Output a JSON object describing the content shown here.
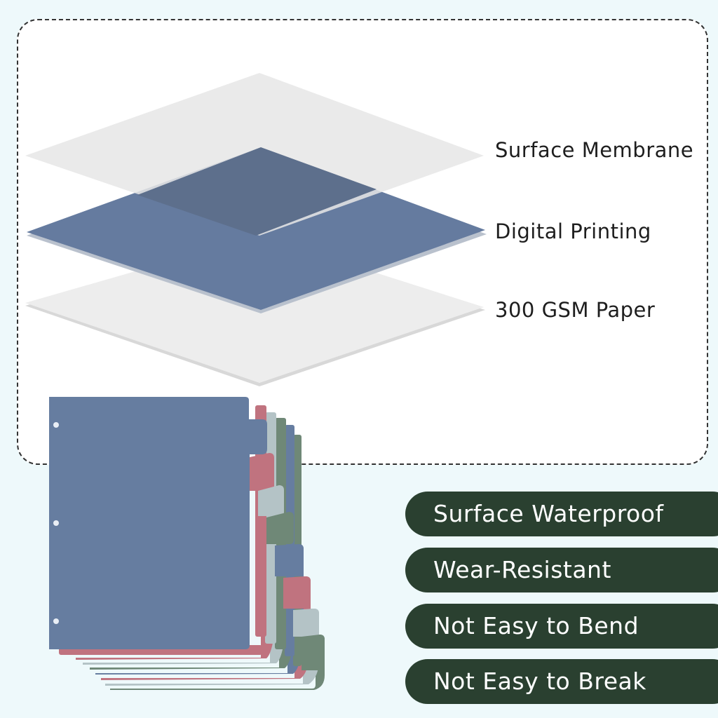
{
  "layers": [
    {
      "label": "Surface Membrane",
      "color": "#e6e6e6"
    },
    {
      "label": "Digital Printing",
      "color": "#657b9f"
    },
    {
      "label": "300 GSM Paper",
      "color": "#ededed"
    }
  ],
  "features": [
    {
      "label": "Surface Waterproof"
    },
    {
      "label": "Wear-Resistant"
    },
    {
      "label": "Not Easy to Bend"
    },
    {
      "label": "Not Easy to Break"
    }
  ],
  "colors": {
    "background": "#eef9fb",
    "panel": "#ffffff",
    "pill": "#2a4030",
    "divider_blue": "#667da0",
    "divider_red": "#c0737f",
    "divider_gray": "#b4c3c6",
    "divider_green": "#6f8877"
  }
}
